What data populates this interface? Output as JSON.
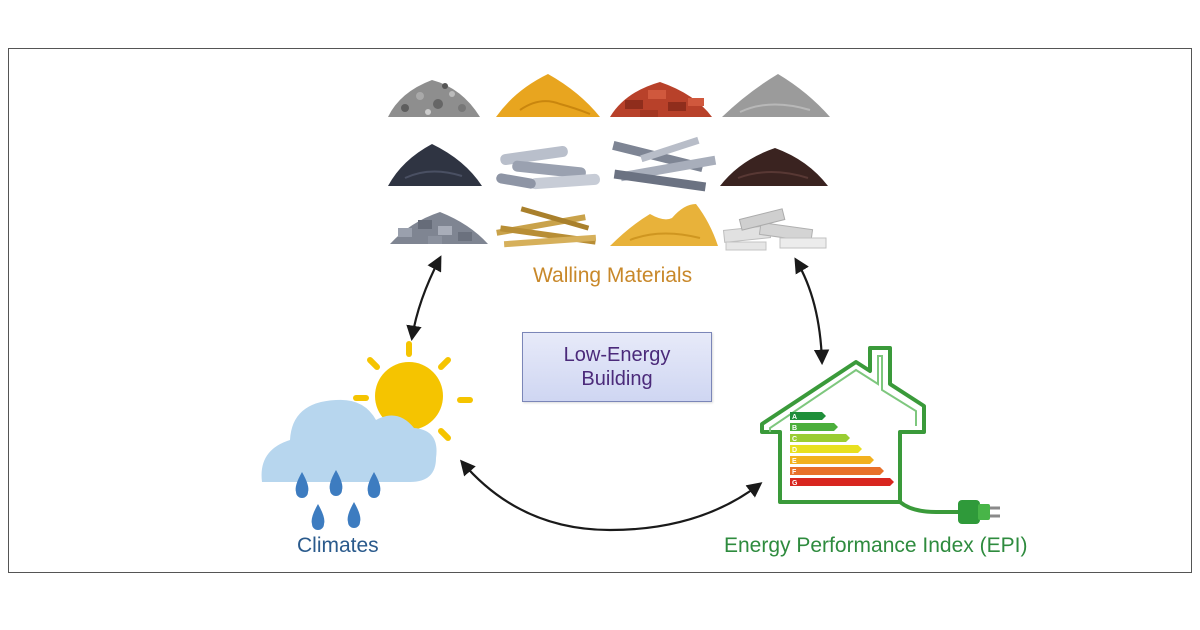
{
  "labels": {
    "walling_materials": "Walling Materials",
    "climates": "Climates",
    "epi": "Energy Performance Index (EPI)",
    "center_line1": "Low-Energy",
    "center_line2": "Building"
  },
  "energy_ratings": [
    "A",
    "B",
    "C",
    "D",
    "E",
    "F",
    "G"
  ],
  "colors": {
    "walling_label": "#c8882a",
    "climates_label": "#2a5a8c",
    "epi_label": "#2e8b3e",
    "center_text": "#4b2a7a",
    "arrow": "#1a1a1a",
    "house": "#3a9a3a",
    "sun": "#f5c400",
    "cloud": "#b7d6ee",
    "rain": "#3d7cc0"
  },
  "icons": {
    "materials": [
      "gravel-pile-icon",
      "sand-pile-icon",
      "brick-pile-icon",
      "cement-pile-icon",
      "coal-pile-icon",
      "steel-pipes-icon",
      "steel-beams-icon",
      "soil-pile-icon",
      "concrete-blocks-icon",
      "timber-planks-icon",
      "sand-mound-icon",
      "white-blocks-icon"
    ],
    "weather": "sun-cloud-rain-icon",
    "house": "energy-house-icon",
    "plug": "plug-icon"
  }
}
